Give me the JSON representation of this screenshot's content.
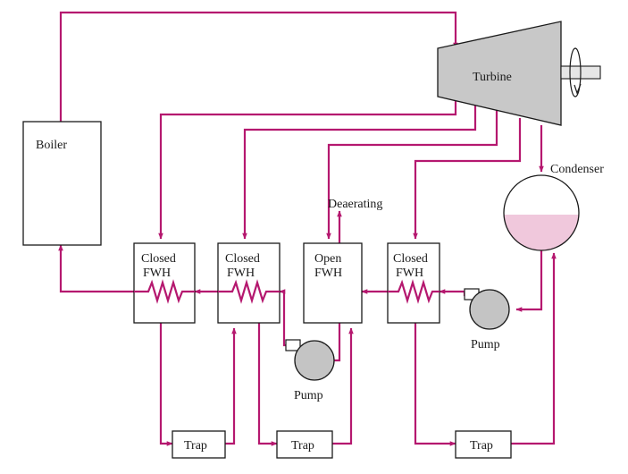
{
  "labels": {
    "boiler": "Boiler",
    "turbine": "Turbine",
    "condenser": "Condenser",
    "deaerating": "Deaerating",
    "fwh1_line1": "Closed",
    "fwh1_line2": "FWH",
    "fwh2_line1": "Closed",
    "fwh2_line2": "FWH",
    "fwh3_line1": "Open",
    "fwh3_line2": "FWH",
    "fwh4_line1": "Closed",
    "fwh4_line2": "FWH",
    "pump_open": "Pump",
    "pump_condensate": "Pump",
    "trap1": "Trap",
    "trap2": "Trap",
    "trap3": "Trap"
  },
  "colors": {
    "pipe": "#b5186f",
    "turbine_fill": "#c8c8c8",
    "pump_fill": "#c4c4c4",
    "condensate_liquid": "#f0c8dc"
  }
}
